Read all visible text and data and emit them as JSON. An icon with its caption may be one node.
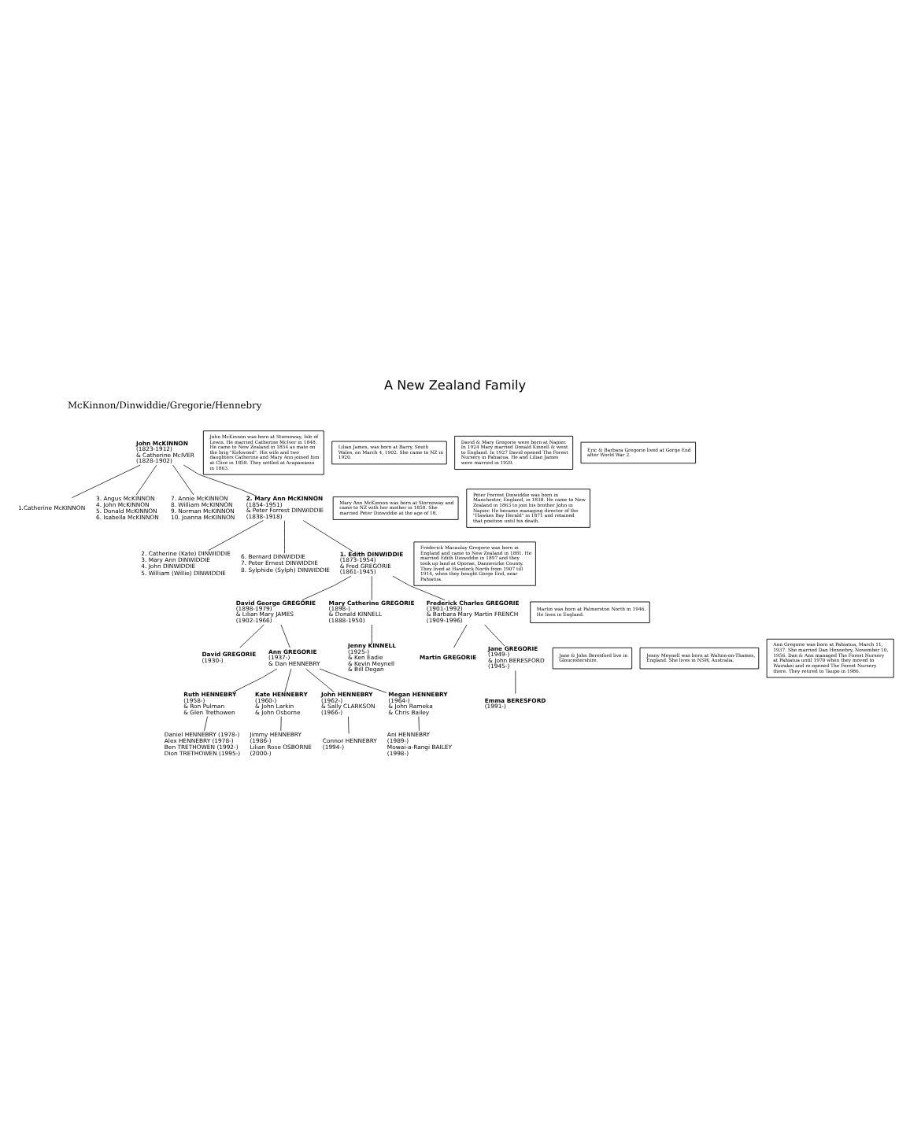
{
  "diagram": {
    "title": "A New Zealand Family",
    "nodes": [
      {
        "text": [
          "John McKINNON",
          "(1823-1912)",
          "& Catherine McIVER",
          "(1828-1902)"
        ]
      },
      {
        "text": [
          "John McKinnon was born at Stornoway, Isle of Lewis. He married Catherine McIver in 1848. He came to New Zealand in 1854 as mate on the brig \"Kirkwood\". His wife and two daughters Catherine and Mary Ann joined him at Clive in 1858. They settled at Arapawanui in 1863."
        ]
      },
      {
        "text": [
          "1.Catherine McKINNON"
        ]
      },
      {
        "text": [
          "3. Angus McKINNON",
          "4. John McKINNON",
          "5. Donald McKINNON",
          "6. Isabella McKINNON"
        ]
      },
      {
        "text": [
          "7. Annie McKINNON",
          "8. William McKINNON",
          "9. Norman McKINNON",
          "10. Joanna McKINNON"
        ]
      },
      {
        "text": [
          "Mary Ann McKinnon was born at Stornoway and came to NZ with her mother in 1858. She married Peter Dinwiddie at the age of 18."
        ]
      },
      {
        "text": [
          "2. Mary Ann McKINNON",
          "(1854-1951)",
          "& Peter Forrest DINWIDDIE",
          "(1838-1918)"
        ]
      },
      {
        "text": [
          "Peter Forrest Dinwiddie was born in Manchester, England, in 1838. He came to New Zealand in 1863 to join his brother John in Napier. He became managing director of the \"Hawkes Bay Herald\" in 1871 and retained that position until his death."
        ]
      },
      {
        "text": [
          "2. Catherine (Kate) DINWIDDIE",
          "3. Mary Ann DINWIDDIE",
          "4. John DINWIDDIE",
          "5. William (Willie) DINWIDDIE"
        ]
      },
      {
        "text": [
          "6. Bernard DINWIDDIE",
          "7. Peter Ernest DINWIDDIE",
          "8. Sylphide (Sylph) DINWIDDIE"
        ]
      },
      {
        "text": [
          "1. Edith DINWIDDIE",
          "(1873-1954)",
          "& Fred GREGORIE",
          "(1861-1945)"
        ]
      },
      {
        "text": [
          "Frederick Macaulay Gregorie was born in England and came to New Zealand in 1881. He married Edith Dinwiddie in 1897 and they took up land at Oporae, Dannevirke County. They lived at Havelock North from 1907 till 1914, when they bought Gorge End, near Pahiatua."
        ]
      },
      {
        "text": [
          "David George GREGORIE",
          "(1898-1979)",
          "& Lilian Mary JAMES",
          "(1902-1966)"
        ]
      },
      {
        "text": [
          "Mary Catherine GREGORIE",
          "(1898-)",
          "& Donald KINNELL",
          "(1888-1950)"
        ]
      },
      {
        "text": [
          "Frederick Charles GREGORIE",
          "(1901-1992)",
          "& Barbara Mary Martin FRENCH",
          "(1909-1996)"
        ]
      },
      {
        "text": [
          "Lilian James, was born at Barry, South Wales, on March 4, 1902. She came to NZ in 1920."
        ]
      },
      {
        "text": [
          "David & Mary Gregorie were born at Napier. In 1924 Mary married Donald Kinnell & went to England. In 1927 David opened The Forest Nursery in Pahiatua. He and Lilian James were married in 1929."
        ]
      },
      {
        "text": [
          "Eric & Barbara Gregorie lived at Gorge End after World War 2."
        ]
      },
      {
        "text": [
          "Jane & John Beresford live in Gloucestershire."
        ]
      },
      {
        "text": [
          "Jenny Meynell was born at Walton-on-Thames, England. She lives in NSW, Australia."
        ]
      },
      {
        "text": [
          "Jenny KINNELL",
          "(1925-)",
          "& Ken Eadie",
          "& Kevin Meynell",
          "& Bill Degan"
        ]
      },
      {
        "text": [
          "Martin GREGORIE"
        ]
      },
      {
        "text": [
          "Martin was born at Palmerston North in 1946. He lives in England."
        ]
      },
      {
        "text": [
          "Jane GREGORIE",
          "(1949-)",
          "& John BERESFORD",
          "(1945-)"
        ]
      },
      {
        "text": [
          "David GREGORIE",
          "(1930-)"
        ]
      },
      {
        "text": [
          "Ann GREGORIE",
          "(1937-)",
          "& Dan HENNEBRY"
        ]
      },
      {
        "text": [
          "Ann Gregorie was born at Pahiatua, March 11, 1937. She married Dan Hennebry, November 10, 1956. Dan & Ann managed The Forest Nursery at Pahiatua until 1970 when they moved to Wairakei and re-opened The Forest Nursery there. They retired to Taupo in 1986."
        ]
      },
      {
        "text": [
          "Ruth HENNEBRY",
          "(1958-)",
          "& Ron Pulman",
          "& Glen Trethowen"
        ]
      },
      {
        "text": [
          "Kate HENNEBRY",
          "(1960-)",
          "& John Larkin",
          "& John Osborne"
        ]
      },
      {
        "text": [
          "John HENNEBRY",
          "(1962-)",
          "& Sally CLARKSON",
          "(1966-)"
        ]
      },
      {
        "text": [
          "Megan HENNEBRY",
          "(1964-)",
          "& John Rameka",
          "& Chris Bailey"
        ]
      },
      {
        "text": [
          "Emma BERESFORD",
          "(1991-)"
        ]
      },
      {
        "text": [
          "Daniel HENNEBRY (1978-)",
          "Alex HENNEBRY (1978-)",
          "Ben TRETHOWEN (1992-)",
          "Dion TRETHOWEN (1995-)"
        ]
      },
      {
        "text": [
          "Jimmy HENNEBRY",
          "(1986-)",
          "Lilian Rose OSBORNE",
          "(2000-)"
        ]
      },
      {
        "text": [
          "Connor HENNEBRY",
          "(1994-)"
        ]
      },
      {
        "text": [
          "Ani HENNEBRY",
          "(1989-)",
          "Mowai-a-Rangi BAILEY",
          "(1998-)"
        ]
      }
    ],
    "edges": [
      {
        "from": 0,
        "to": 2,
        "arrow": "none"
      },
      {
        "from": 0,
        "to": 6,
        "arrow": "none"
      },
      {
        "from": 0,
        "to": 3,
        "arrow": "none"
      },
      {
        "from": 0,
        "to": 4,
        "arrow": "none"
      },
      {
        "from": 6,
        "to": 10,
        "arrow": "none"
      },
      {
        "from": 6,
        "to": 8,
        "arrow": "none"
      },
      {
        "from": 6,
        "to": 9,
        "arrow": "none"
      },
      {
        "from": 10,
        "to": 12,
        "arrow": "none"
      },
      {
        "from": 10,
        "to": 13,
        "arrow": "none"
      },
      {
        "from": 10,
        "to": 14,
        "arrow": "none"
      },
      {
        "from": 12,
        "to": 24,
        "arrow": "none"
      },
      {
        "from": 12,
        "to": 25,
        "arrow": "none"
      },
      {
        "from": 13,
        "to": 20,
        "arrow": "none"
      },
      {
        "from": 14,
        "to": 21,
        "arrow": "none"
      },
      {
        "from": 14,
        "to": 23,
        "arrow": "none"
      },
      {
        "from": 23,
        "to": 31,
        "arrow": "none"
      },
      {
        "from": 25,
        "to": 27,
        "arrow": "none"
      },
      {
        "from": 25,
        "to": 28,
        "arrow": "none"
      },
      {
        "from": 25,
        "to": 29,
        "arrow": "none"
      },
      {
        "from": 25,
        "to": 30,
        "arrow": "none"
      },
      {
        "from": 27,
        "to": 32,
        "arrow": "none"
      },
      {
        "from": 28,
        "to": 33,
        "arrow": "none"
      },
      {
        "from": 29,
        "to": 34,
        "arrow": "none"
      },
      {
        "from": 30,
        "to": 35,
        "arrow": "none"
      }
    ],
    "labels": [
      "McKinnon/Dinwiddie/Gregorie/Hennebry"
    ]
  }
}
